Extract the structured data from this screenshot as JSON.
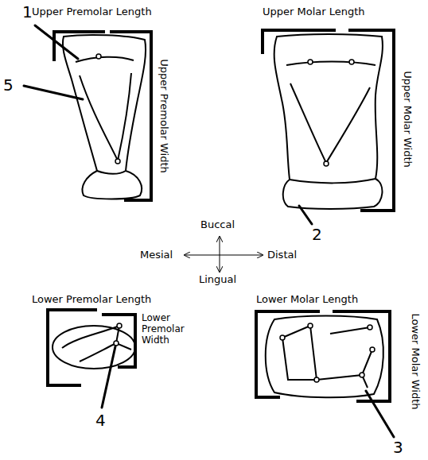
{
  "diagram": {
    "labels": [
      "Upper Premolar Length",
      "Upper Molar Length",
      "1",
      "Upper Premolar Width",
      "Upper Molar Width",
      "5",
      "Buccal",
      "Mesial",
      "Distal",
      "2",
      "Lingual",
      "Lower Premolar Length",
      "Lower Molar Length",
      "Lower Premolar Width",
      "Lower Molar Width",
      "4",
      "3"
    ]
  }
}
